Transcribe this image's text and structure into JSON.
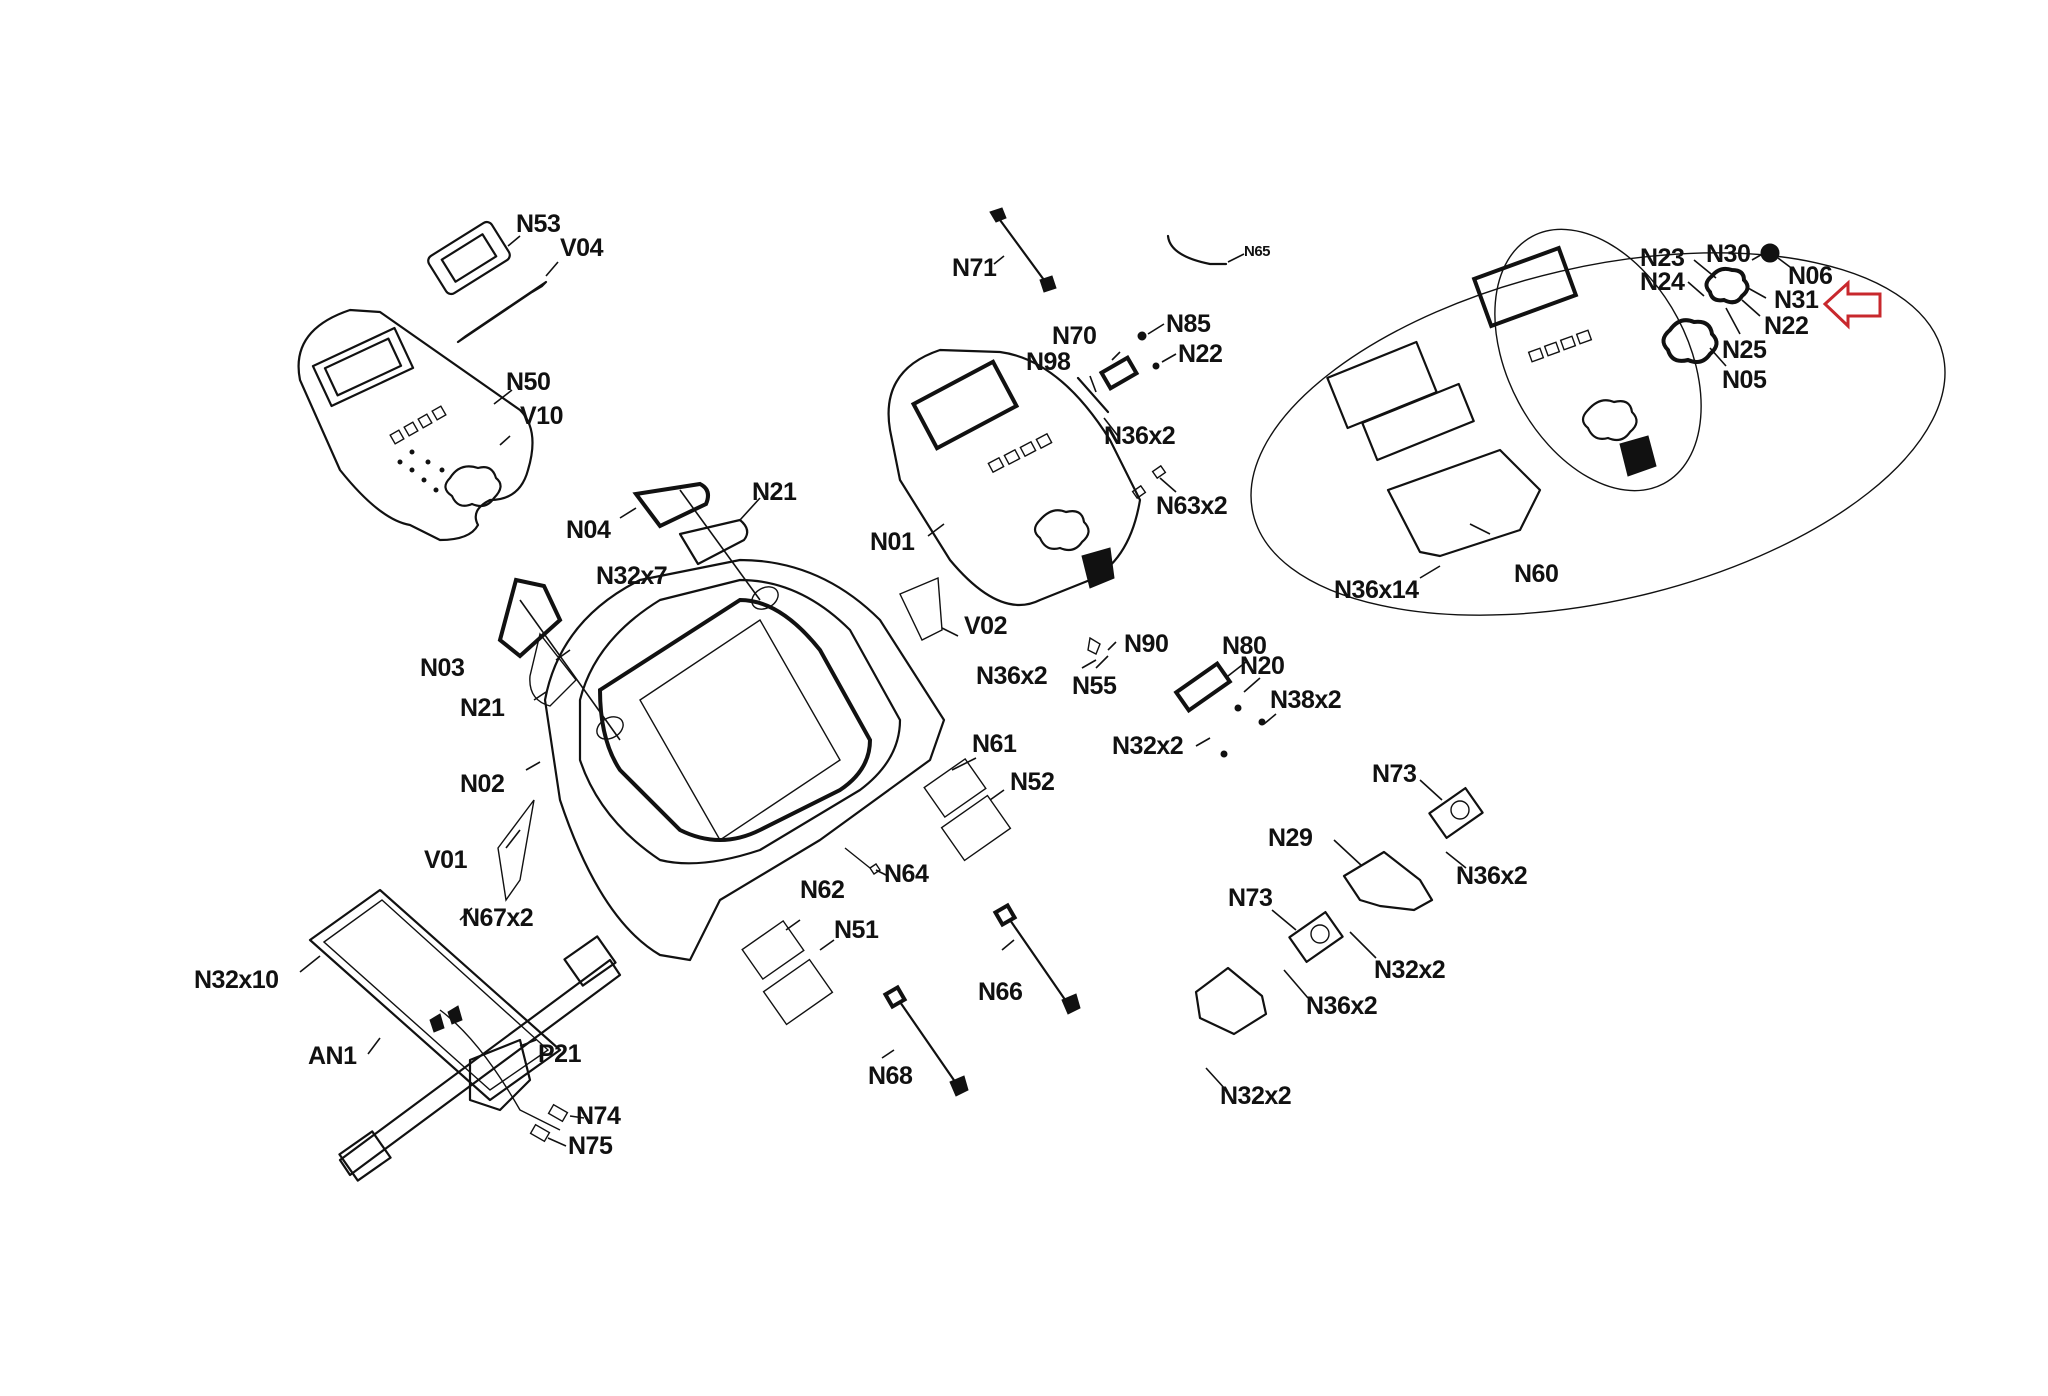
{
  "diagram": {
    "type": "exploded-parts-diagram",
    "subject": "Treadmill console assembly",
    "highlight_arrow_color": "#c8282d",
    "highlight_target": "N31",
    "labels": {
      "N53": "N53",
      "V04": "V04",
      "N50": "N50",
      "V10": "V10",
      "N04": "N04",
      "N21a": "N21",
      "N32x7": "N32x7",
      "N03": "N03",
      "N21b": "N21",
      "N02": "N02",
      "V01": "V01",
      "N67x2": "N67x2",
      "N32x10": "N32x10",
      "AN1": "AN1",
      "P21": "P21",
      "N74": "N74",
      "N75": "N75",
      "N71": "N71",
      "N65": "N65",
      "N70": "N70",
      "N85": "N85",
      "N98": "N98",
      "N22a": "N22",
      "N36x2a": "N36x2",
      "N63x2": "N63x2",
      "N01": "N01",
      "V02": "V02",
      "N90": "N90",
      "N36x2b": "N36x2",
      "N55": "N55",
      "N80": "N80",
      "N20": "N20",
      "N38x2": "N38x2",
      "N32x2a": "N32x2",
      "N61": "N61",
      "N52": "N52",
      "N64": "N64",
      "N62": "N62",
      "N51": "N51",
      "N66": "N66",
      "N68": "N68",
      "N73a": "N73",
      "N29": "N29",
      "N36x2c": "N36x2",
      "N73b": "N73",
      "N32x2b": "N32x2",
      "N36x2d": "N36x2",
      "N32x2c": "N32x2",
      "N23": "N23",
      "N30": "N30",
      "N06": "N06",
      "N24": "N24",
      "N31": "N31",
      "N22b": "N22",
      "N25": "N25",
      "N05": "N05",
      "N36x14": "N36x14",
      "N60": "N60"
    }
  }
}
